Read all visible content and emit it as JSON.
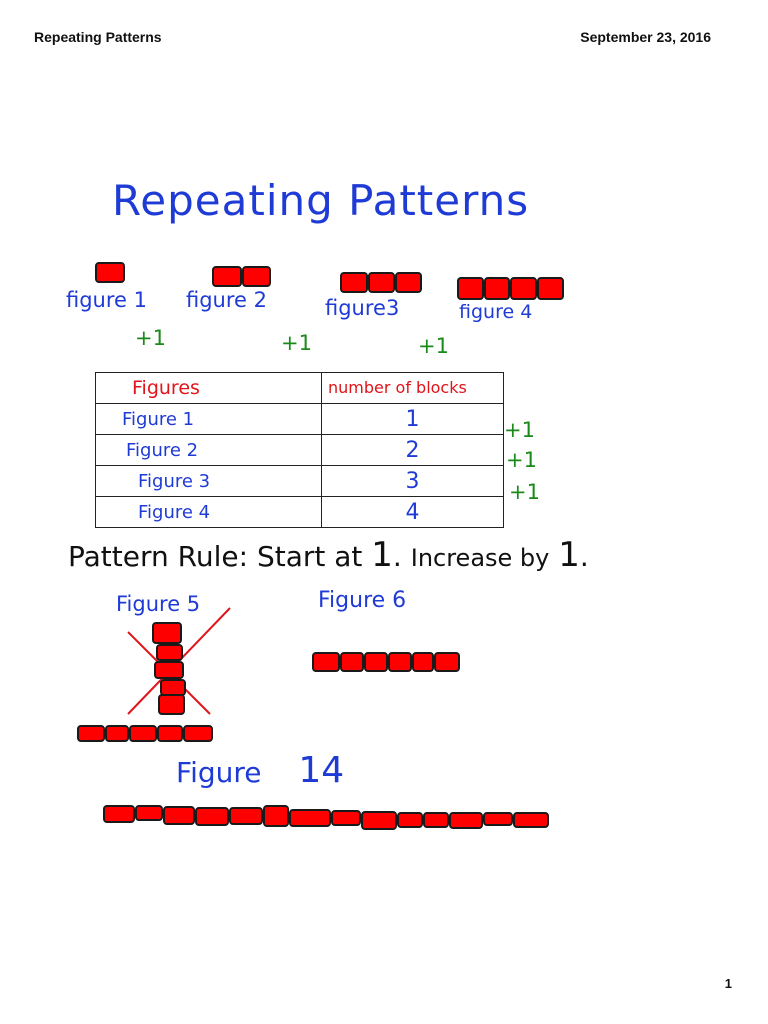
{
  "header": {
    "title": "Repeating Patterns",
    "date": "September 23, 2016"
  },
  "page_title": "Repeating Patterns",
  "figures": [
    {
      "label": "figure 1",
      "blocks": 1
    },
    {
      "label": "figure 2",
      "blocks": 2
    },
    {
      "label": "figure3",
      "blocks": 3
    },
    {
      "label": "figure 4",
      "blocks": 4
    }
  ],
  "increment_label": "+1",
  "table": {
    "headers": [
      "Figures",
      "number of blocks"
    ],
    "rows": [
      [
        "Figure 1",
        "1"
      ],
      [
        "Figure 2",
        "2"
      ],
      [
        "Figure 3",
        "3"
      ],
      [
        "Figure 4",
        "4"
      ]
    ]
  },
  "pattern_rule": {
    "prefix": "Pattern Rule:",
    "part1": "Start at",
    "start": "1",
    "part2": "Increase by",
    "step": "1"
  },
  "figure5": {
    "label": "Figure 5",
    "blocks": 5
  },
  "figure6": {
    "label": "Figure 6",
    "blocks": 6
  },
  "figure14": {
    "label": "Figure",
    "number": "14",
    "blocks": 14
  },
  "colors": {
    "block": "#ff0000",
    "ink_blue": "#1f3bd6",
    "ink_red": "#e0141a",
    "ink_green": "#1a8a1a"
  },
  "page_number": "1"
}
